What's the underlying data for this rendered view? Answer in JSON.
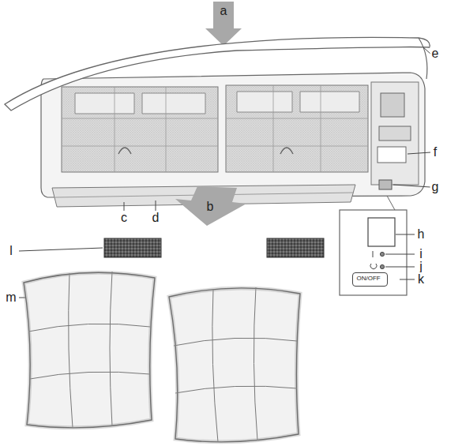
{
  "diagram": {
    "nodes": [
      {
        "text": [
          "ON/OFF"
        ]
      }
    ],
    "labels": [
      "a",
      "e",
      "f",
      "g",
      "c",
      "d",
      "b",
      "h",
      "i",
      "j",
      "k",
      "l",
      "m"
    ]
  }
}
